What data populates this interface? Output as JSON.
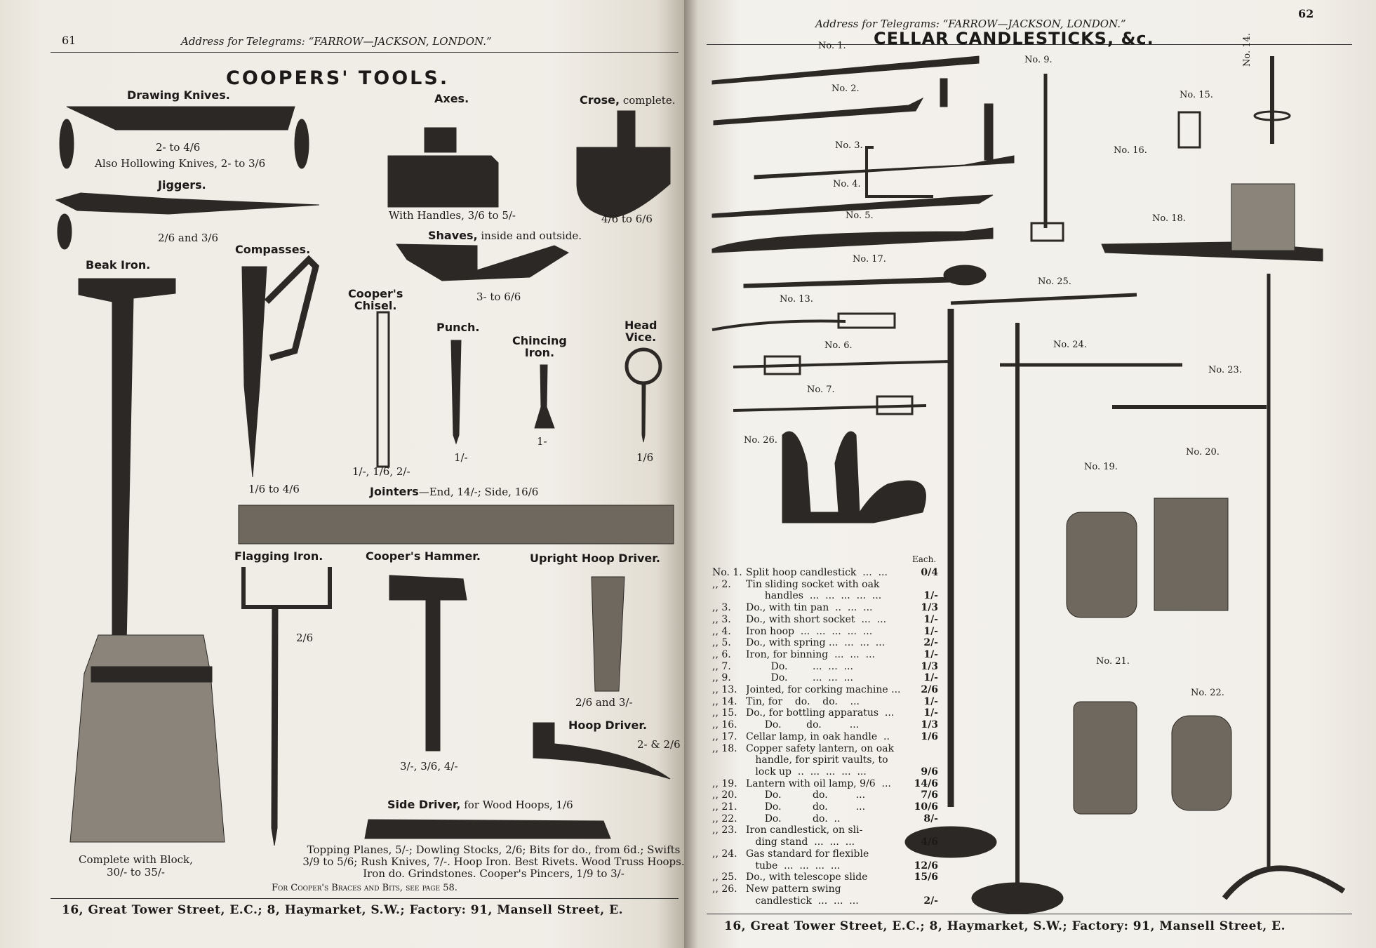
{
  "left": {
    "page_number": "61",
    "address": "Address for Telegrams: “FARROW—JACKSON, LONDON.”",
    "title": "COOPERS' TOOLS.",
    "items": {
      "drawing_knives": {
        "name": "Drawing Knives.",
        "price": "2- to 4/6",
        "note": "Also Hollowing Knives, 2- to 3/6"
      },
      "jiggers": {
        "name": "Jiggers.",
        "price": "2/6 and 3/6"
      },
      "beak_iron": {
        "name": "Beak Iron."
      },
      "compasses": {
        "name": "Compasses.",
        "price": "1/6 to 4/6"
      },
      "axes": {
        "name": "Axes.",
        "price": "With Handles, 3/6 to 5/-"
      },
      "crose": {
        "name": "Crose,",
        "suffix": "complete.",
        "price": "4/6 to 6/6"
      },
      "shaves": {
        "name": "Shaves,",
        "suffix": "inside and outside.",
        "price": "3- to 6/6"
      },
      "chisel": {
        "name1": "Cooper's",
        "name2": "Chisel.",
        "price": "1/-, 1/6, 2/-"
      },
      "punch": {
        "name": "Punch.",
        "price": "1/-"
      },
      "chincing": {
        "name1": "Chincing",
        "name2": "Iron.",
        "price": "1-"
      },
      "head_vice": {
        "name1": "Head",
        "name2": "Vice.",
        "price": "1/6"
      },
      "jointers": {
        "name": "Jointers",
        "suffix": "—End, 14/-; Side, 16/6"
      },
      "flagging": {
        "name": "Flagging Iron.",
        "price": "2/6"
      },
      "hammer": {
        "name": "Cooper's Hammer.",
        "price": "3/-, 3/6, 4/-"
      },
      "upright": {
        "name": "Upright Hoop Driver.",
        "price": "2/6 and 3/-"
      },
      "hoop_driver": {
        "name": "Hoop Driver.",
        "price": "2- & 2/6"
      },
      "side_driver": {
        "name": "Side Driver,",
        "suffix": "for Wood Hoops, 1/6"
      },
      "block": {
        "line1": "Complete with Block,",
        "line2": "30/- to 35/-"
      }
    },
    "paragraph": "Topping Planes, 5/-; Dowling Stocks, 2/6; Bits for do., from 6d.; Swifts 3/9 to 5/6; Rush Knives, 7/-. Hoop Iron. Best Rivets. Wood Truss Hoops. Iron do. Grindstones. Cooper's Pincers, 1/9 to 3/-",
    "see_also": "For Cooper's Braces and Bits, see page 58.",
    "footer": "16, Great Tower Street, E.C.; 8, Haymarket, S.W.; Factory: 91, Mansell Street, E."
  },
  "right": {
    "page_number": "62",
    "address": "Address for Telegrams: “FARROW—JACKSON, LONDON.”",
    "title": "CELLAR CANDLESTICKS, &c.",
    "labels": {
      "n1": "No. 1.",
      "n2": "No. 2.",
      "n3": "No. 3.",
      "n4": "No. 4.",
      "n5": "No. 5.",
      "n6": "No. 6.",
      "n7": "No. 7.",
      "n9": "No. 9.",
      "n13": "No. 13.",
      "n14": "No. 14.",
      "n15": "No. 15.",
      "n16": "No. 16.",
      "n17": "No. 17.",
      "n18": "No. 18.",
      "n19": "No. 19.",
      "n20": "No. 20.",
      "n21": "No. 21.",
      "n22": "No. 22.",
      "n23": "No. 23.",
      "n24": "No. 24.",
      "n25": "No. 25.",
      "n26": "No. 26."
    },
    "price_header": "Each.",
    "price_rows": [
      {
        "n": "No. 1.",
        "d": "Split hoop candlestick  ...  ...",
        "p": "0/4"
      },
      {
        "n": ",, 2.",
        "d": "Tin sliding socket with oak",
        "p": ""
      },
      {
        "n": "",
        "d": "      handles  ...  ...  ...  ...  ...",
        "p": "1/-"
      },
      {
        "n": ",, 3.",
        "d": "Do., with tin pan  ..  ...  ...",
        "p": "1/3"
      },
      {
        "n": ",, 3.",
        "d": "Do., with short socket  ...  ...",
        "p": "1/-"
      },
      {
        "n": ",, 4.",
        "d": "Iron hoop  ...  ...  ...  ...  ...",
        "p": "1/-"
      },
      {
        "n": ",, 5.",
        "d": "Do., with spring ...  ...  ...  ...",
        "p": "2/-"
      },
      {
        "n": ",, 6.",
        "d": "Iron, for binning  ...  ...  ...",
        "p": "1/-"
      },
      {
        "n": ",, 7.",
        "d": "        Do.        ...  ...  ...",
        "p": "1/3"
      },
      {
        "n": ",, 9.",
        "d": "        Do.        ...  ...  ...",
        "p": "1/-"
      },
      {
        "n": ",, 13.",
        "d": "Jointed, for corking machine ...",
        "p": "2/6"
      },
      {
        "n": ",, 14.",
        "d": "Tin, for    do.    do.    ...",
        "p": "1/-"
      },
      {
        "n": ",, 15.",
        "d": "Do., for bottling apparatus  ...",
        "p": "1/-"
      },
      {
        "n": ",, 16.",
        "d": "      Do.        do.         ...",
        "p": "1/3"
      },
      {
        "n": ",, 17.",
        "d": "Cellar lamp, in oak handle  ..",
        "p": "1/6"
      },
      {
        "n": ",, 18.",
        "d": "Copper safety lantern, on oak",
        "p": ""
      },
      {
        "n": "",
        "d": "   handle, for spirit vaults, to",
        "p": ""
      },
      {
        "n": "",
        "d": "   lock up  ..  ...  ...  ...  ...",
        "p": "9/6"
      },
      {
        "n": ",, 19.",
        "d": "Lantern with oil lamp, 9/6  ...",
        "p": "14/6"
      },
      {
        "n": ",, 20.",
        "d": "      Do.          do.         ...",
        "p": "7/6"
      },
      {
        "n": ",, 21.",
        "d": "      Do.          do.         ...",
        "p": "10/6"
      },
      {
        "n": ",, 22.",
        "d": "      Do.          do.  ..",
        "p": "8/-"
      },
      {
        "n": ",, 23.",
        "d": "Iron candlestick, on sli-",
        "p": ""
      },
      {
        "n": "",
        "d": "   ding stand  ...  ...  ...",
        "p": "4/6"
      },
      {
        "n": ",, 24.",
        "d": "Gas standard for flexible",
        "p": ""
      },
      {
        "n": "",
        "d": "   tube  ...  ...  ...  ...",
        "p": "12/6"
      },
      {
        "n": ",, 25.",
        "d": "Do., with telescope slide",
        "p": "15/6"
      },
      {
        "n": ",, 26.",
        "d": "New pattern swing",
        "p": ""
      },
      {
        "n": "",
        "d": "   candlestick  ...  ...  ...",
        "p": "2/-"
      }
    ],
    "footer": "16, Great Tower Street, E.C.; 8, Haymarket, S.W.; Factory: 91, Mansell Street, E."
  },
  "colors": {
    "ink": "#1c1a18",
    "paper": "#f1eee8"
  }
}
